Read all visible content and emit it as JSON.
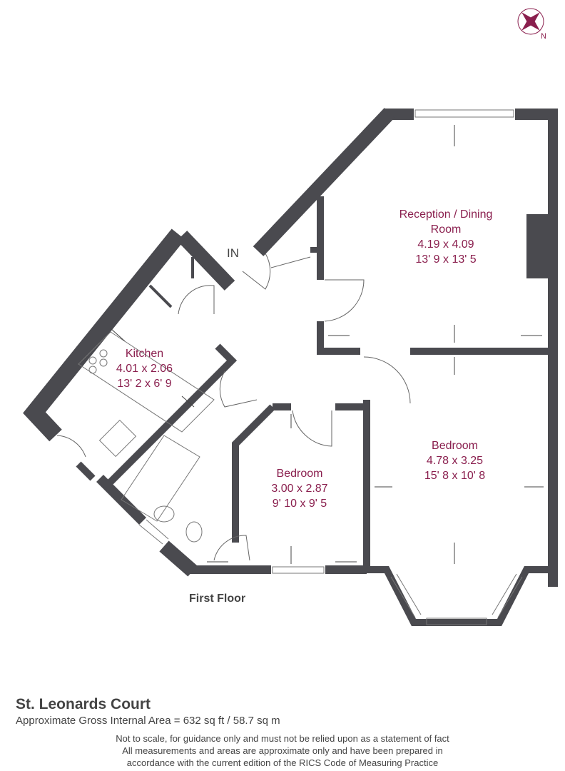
{
  "property_name": "St. Leonards Court",
  "gross_area": "Approximate Gross Internal Area = 632 sq ft / 58.7 sq m",
  "disclaimer": [
    "Not to scale, for guidance only and must not be relied upon as a statement of fact",
    "All measurements and areas are approximate only and have been prepared in",
    "accordance with the current edition of the RICS Code of Measuring Practice"
  ],
  "floor_label": "First Floor",
  "entrance_label": "IN",
  "compass_label": "N",
  "rooms": [
    {
      "name": "Reception / Dining",
      "name2": "Room",
      "metric": "4.19 x 4.09",
      "imperial": "13' 9 x 13' 5"
    },
    {
      "name": "Kitchen",
      "metric": "4.01 x 2.06",
      "imperial": "13' 2 x 6' 9"
    },
    {
      "name": "Bedroom",
      "metric": "4.78 x 3.25",
      "imperial": "15' 8 x 10' 8"
    },
    {
      "name": "Bedroom",
      "metric": "3.00 x 2.87",
      "imperial": "9' 10 x 9' 5"
    }
  ],
  "colors": {
    "wall": "#4a4a4f",
    "label": "#8a1f4e"
  }
}
